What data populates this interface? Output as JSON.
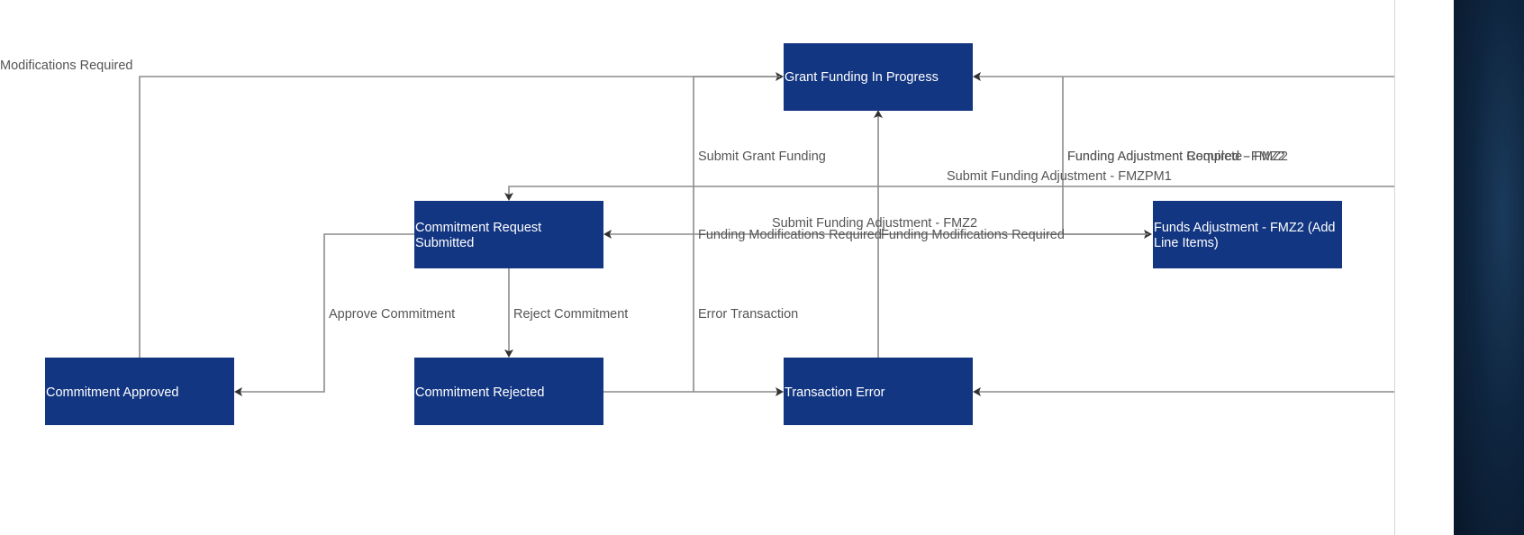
{
  "nodes": {
    "grant_funding": {
      "label": "Grant Funding In Progress"
    },
    "commitment_request": {
      "line1": "Commitment Request",
      "line2": "Submitted"
    },
    "funds_adjustment": {
      "line1": "Funds Adjustment - FMZ2 (Add",
      "line2": "Line Items)"
    },
    "commitment_approved": {
      "label": "Commitment Approved"
    },
    "commitment_rejected": {
      "label": "Commitment Rejected"
    },
    "transaction_error": {
      "label": "Transaction Error"
    }
  },
  "edge_labels": {
    "modifications_required": "Modifications Required",
    "submit_grant_funding": "Submit Grant Funding",
    "funding_adjustment_required": "Funding Adjustment Required - FMZ2",
    "funding_adjustment_complete": "Funding Adjustment Complete - FMZ2",
    "submit_funding_adjustment_fmzpm1": "Submit Funding Adjustment - FMZPM1",
    "submit_funding_adjustment_fmz2": "Submit Funding Adjustment - FMZ2",
    "funding_modifications_required_1": "Funding Modifications Required",
    "funding_modifications_required_2": "Funding Modifications Required",
    "approve_commitment": "Approve Commitment",
    "reject_commitment": "Reject Commitment",
    "error_transaction": "Error Transaction"
  },
  "colors": {
    "node_fill": "#133682",
    "node_text": "#ffffff",
    "edge": "#8c8c8c",
    "edge_label": "#555555",
    "side_panel": "#0f2640"
  }
}
